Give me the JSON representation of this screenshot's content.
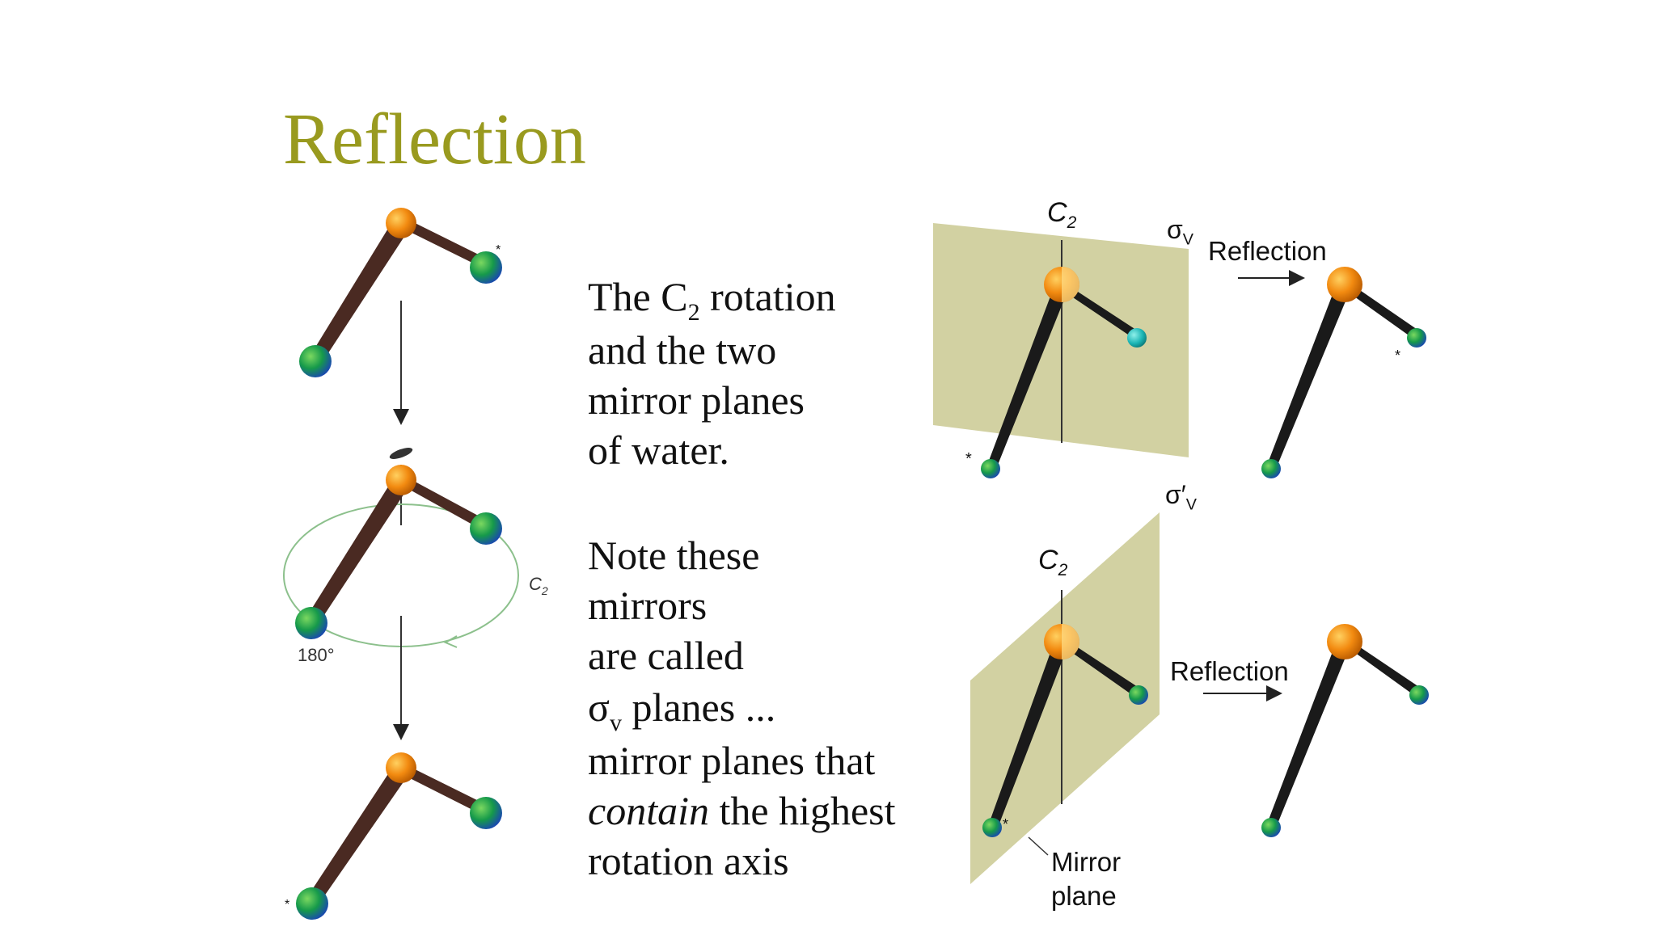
{
  "slide": {
    "title": "Reflection",
    "paragraph1": {
      "line1_pre": "The C",
      "line1_sub": "2",
      "line1_post": " rotation",
      "line2": " and the two",
      "line3": "mirror planes",
      "line4": "of water."
    },
    "paragraph2": {
      "line1": "Note these",
      "line2": "mirrors",
      "line3": "are called",
      "line4_pre": "σ",
      "line4_sub": "v",
      "line4_post": " planes ...",
      "line5": "mirror planes that",
      "line6_em": "contain",
      "line6_post": " the highest",
      "line7": " rotation axis"
    }
  },
  "left_diagram": {
    "c2_label": "C",
    "c2_sub": "2",
    "angle_label": "180°",
    "star": "*"
  },
  "right_diagram": {
    "top": {
      "axis_label": "C",
      "axis_sub": "2",
      "plane_label": "σ",
      "plane_sub": "V",
      "action_label": "Reflection",
      "star": "*"
    },
    "bottom": {
      "axis_label": "C",
      "axis_sub": "2",
      "plane_label": "σ′",
      "plane_sub": "V",
      "action_label": "Reflection",
      "mirror_label_line1": "Mirror",
      "mirror_label_line2": "plane",
      "star": "*"
    }
  },
  "colors": {
    "title": "#999a1f",
    "plane": "#d2d1a2",
    "oxygen": "#f28a10",
    "hydrogen": "#1d8a3a",
    "bond": "#4a2a22",
    "orbit": "#8cc08c"
  }
}
